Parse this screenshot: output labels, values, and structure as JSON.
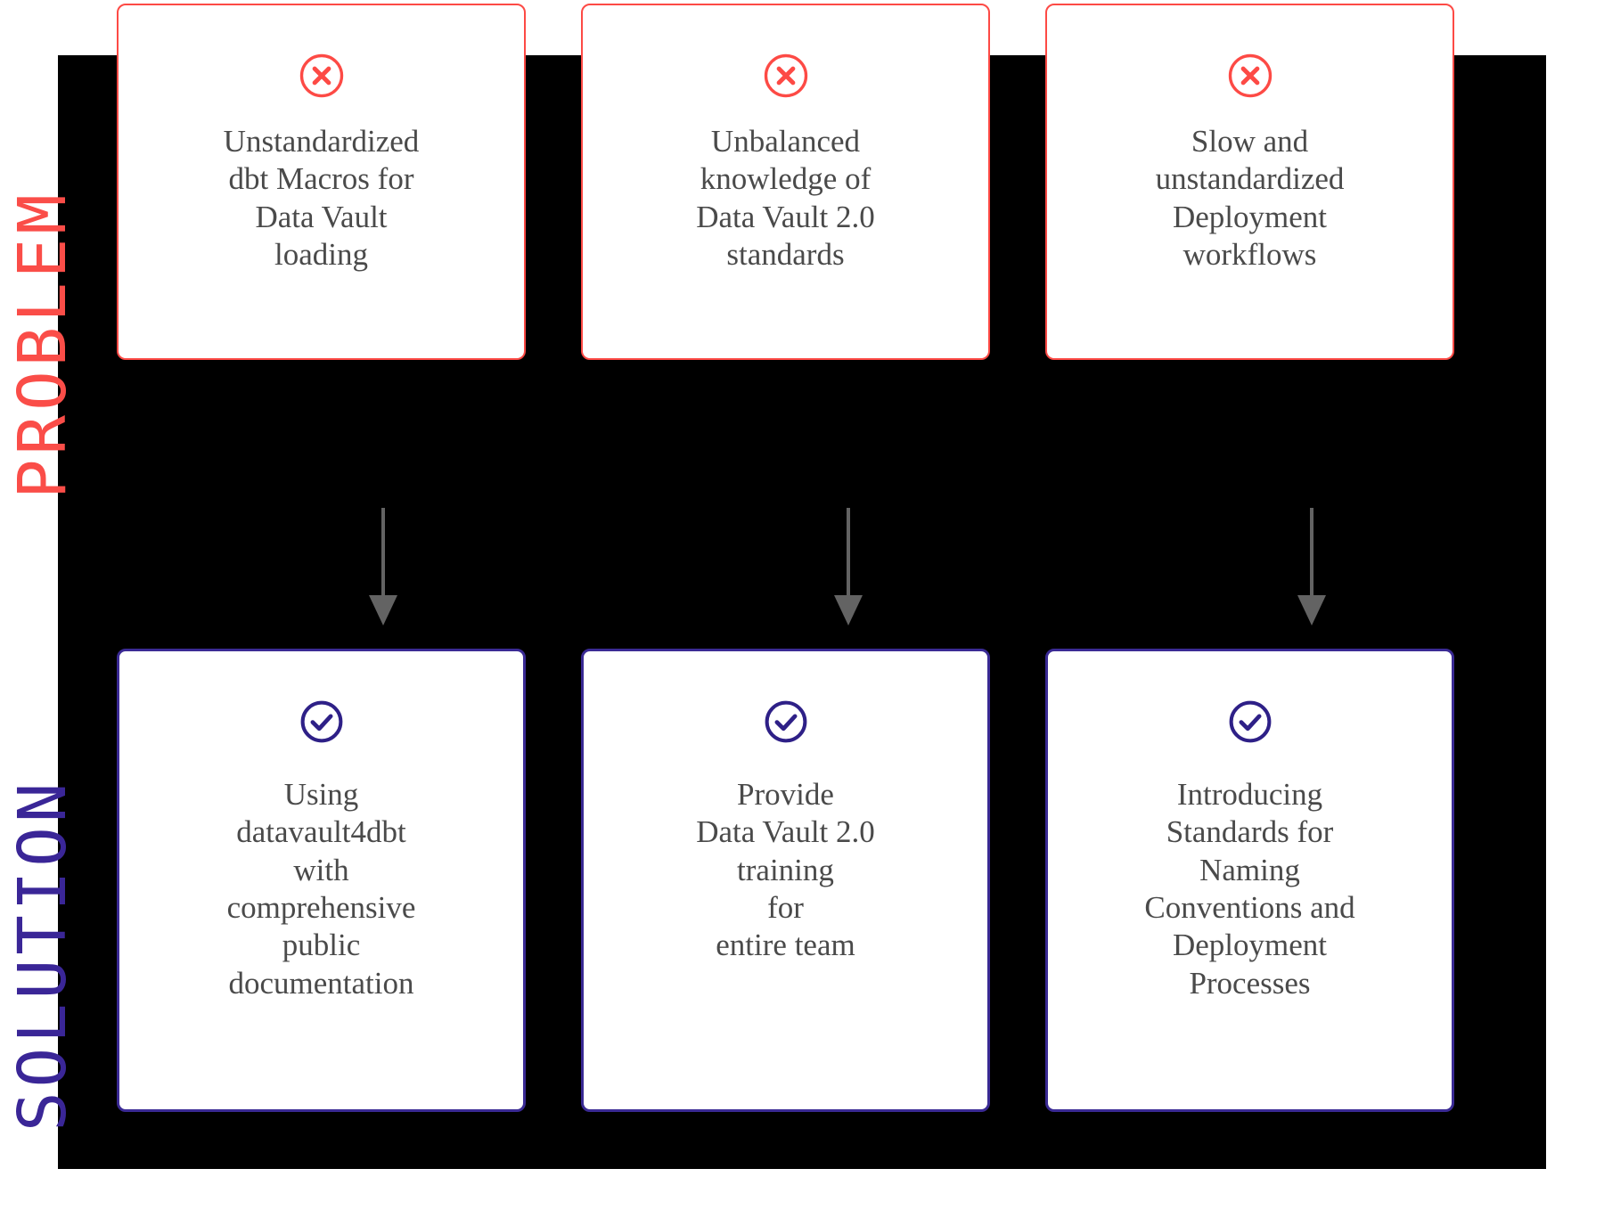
{
  "colors": {
    "background": "#000000",
    "page": "#ffffff",
    "problem_accent": "#fd4a45",
    "solution_accent": "#3a2a94",
    "card_text": "#4a4a4a",
    "arrow": "#636363"
  },
  "sections": {
    "problem": {
      "label": "PROBLEM",
      "icon": "circle-x-icon",
      "cards": [
        {
          "text": "Unstandardized\ndbt Macros for\nData Vault\nloading"
        },
        {
          "text": "Unbalanced\nknowledge of\nData Vault 2.0\nstandards"
        },
        {
          "text": "Slow and\nunstandardized\nDeployment\nworkflows"
        }
      ]
    },
    "solution": {
      "label": "SOLUTION",
      "icon": "circle-check-icon",
      "cards": [
        {
          "text": "Using\ndatavault4dbt\nwith\ncomprehensive\npublic\ndocumentation"
        },
        {
          "text": "Provide\nData Vault 2.0\ntraining\nfor\nentire team"
        },
        {
          "text": "Introducing\nStandards for\nNaming\nConventions and\nDeployment\nProcesses"
        }
      ]
    }
  },
  "arrows": [
    {
      "name": "arrow-column-1",
      "direction": "down"
    },
    {
      "name": "arrow-column-2",
      "direction": "down"
    },
    {
      "name": "arrow-column-3",
      "direction": "down"
    }
  ]
}
